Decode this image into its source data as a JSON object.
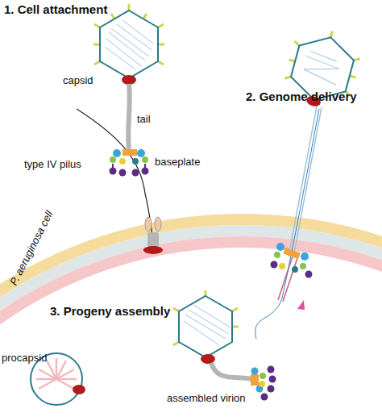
{
  "diagram": {
    "labels": [
      "1. Cell attachment",
      "capsid",
      "tail",
      "type IV pilus",
      "baseplate",
      "2. Genome delivery",
      "P. aeruginosa cell",
      "3. Progeny assembly",
      "procapsid",
      "assembled virion"
    ]
  }
}
